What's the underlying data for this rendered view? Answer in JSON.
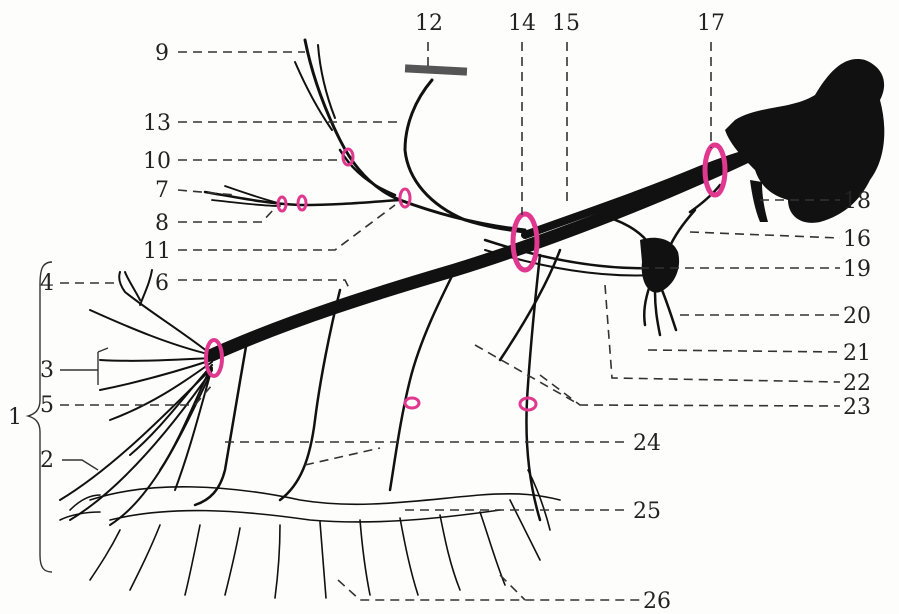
{
  "colors": {
    "ring": "#e0388f",
    "ink": "#111111"
  },
  "labels": [
    "1",
    "2",
    "3",
    "4",
    "5",
    "6",
    "7",
    "8",
    "9",
    "10",
    "11",
    "12",
    "13",
    "14",
    "15",
    "16",
    "17",
    "18",
    "19",
    "20",
    "21",
    "22",
    "23",
    "24",
    "25",
    "26"
  ]
}
